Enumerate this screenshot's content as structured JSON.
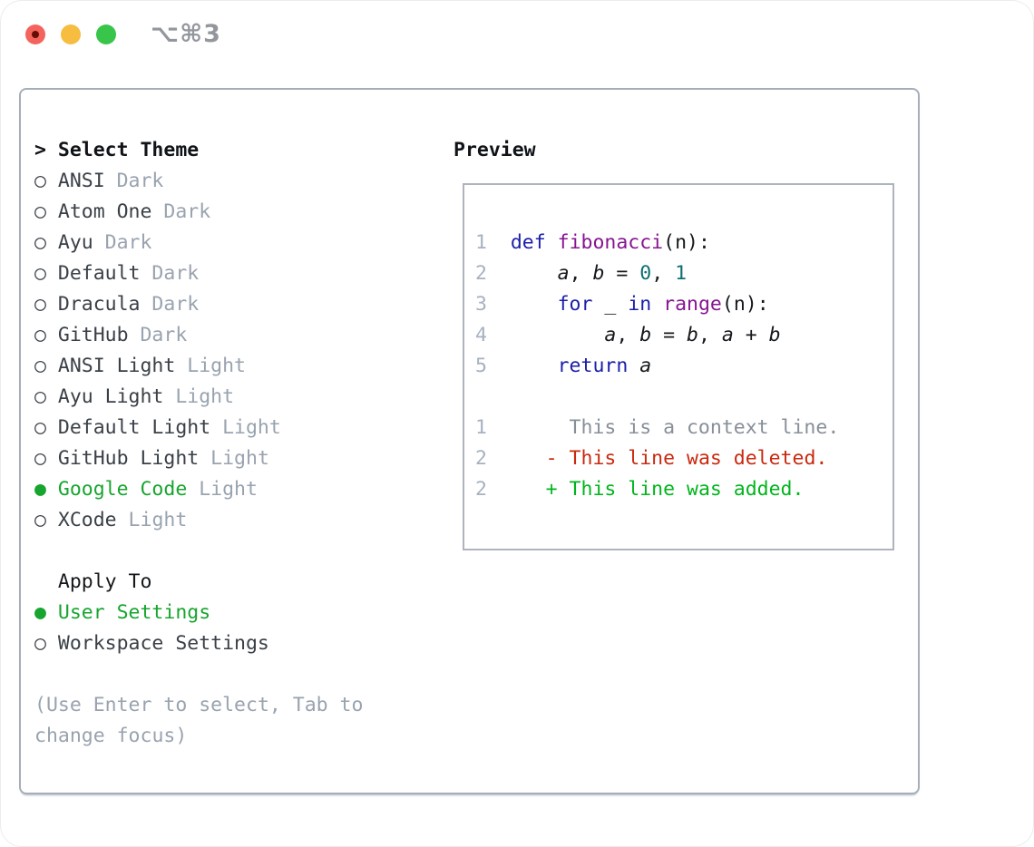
{
  "window": {
    "title": "⌥⌘3"
  },
  "titlebar": {
    "buttons": [
      {
        "name": "close",
        "color": "#f4645d"
      },
      {
        "name": "minimize",
        "color": "#f6bd40"
      },
      {
        "name": "zoom",
        "color": "#38c54a"
      }
    ]
  },
  "theme_picker": {
    "prompt": ">",
    "title": "Select Theme",
    "items": [
      {
        "label": "ANSI",
        "variant": "Dark",
        "selected": false
      },
      {
        "label": "Atom One",
        "variant": "Dark",
        "selected": false
      },
      {
        "label": "Ayu",
        "variant": "Dark",
        "selected": false
      },
      {
        "label": "Default",
        "variant": "Dark",
        "selected": false
      },
      {
        "label": "Dracula",
        "variant": "Dark",
        "selected": false
      },
      {
        "label": "GitHub",
        "variant": "Dark",
        "selected": false
      },
      {
        "label": "ANSI Light",
        "variant": "Light",
        "selected": false
      },
      {
        "label": "Ayu Light",
        "variant": "Light",
        "selected": false
      },
      {
        "label": "Default Light",
        "variant": "Light",
        "selected": false
      },
      {
        "label": "GitHub Light",
        "variant": "Light",
        "selected": false
      },
      {
        "label": "Google Code",
        "variant": "Light",
        "selected": true
      },
      {
        "label": "XCode",
        "variant": "Light",
        "selected": false
      }
    ],
    "apply_to": {
      "title": "Apply To",
      "options": [
        {
          "label": "User Settings",
          "selected": true
        },
        {
          "label": "Workspace Settings",
          "selected": false
        }
      ]
    },
    "help_lines": [
      "(Use Enter to select, Tab to",
      "change focus)"
    ]
  },
  "preview": {
    "title": "Preview",
    "code_lines": [
      {
        "number": "1",
        "segments": [
          [
            "def",
            "kw"
          ],
          [
            " ",
            "pl"
          ],
          [
            "fibonacci",
            "fn"
          ],
          [
            "(n):",
            "pl"
          ]
        ]
      },
      {
        "number": "2",
        "segments": [
          [
            "    ",
            "pl"
          ],
          [
            "a",
            "vr"
          ],
          [
            ", ",
            "pl"
          ],
          [
            "b",
            "vr"
          ],
          [
            " = ",
            "pl"
          ],
          [
            "0",
            "nm"
          ],
          [
            ", ",
            "pl"
          ],
          [
            "1",
            "nm"
          ]
        ]
      },
      {
        "number": "3",
        "segments": [
          [
            "    ",
            "pl"
          ],
          [
            "for",
            "kw"
          ],
          [
            " _ ",
            "pl"
          ],
          [
            "in",
            "kw"
          ],
          [
            " ",
            "pl"
          ],
          [
            "range",
            "fn"
          ],
          [
            "(n):",
            "pl"
          ]
        ]
      },
      {
        "number": "4",
        "segments": [
          [
            "        ",
            "pl"
          ],
          [
            "a",
            "vr"
          ],
          [
            ", ",
            "pl"
          ],
          [
            "b",
            "vr"
          ],
          [
            " = ",
            "pl"
          ],
          [
            "b",
            "vr"
          ],
          [
            ", ",
            "pl"
          ],
          [
            "a",
            "vr"
          ],
          [
            " + ",
            "pl"
          ],
          [
            "b",
            "vr"
          ]
        ]
      },
      {
        "number": "5",
        "segments": [
          [
            "    ",
            "pl"
          ],
          [
            "return",
            "kw"
          ],
          [
            " ",
            "pl"
          ],
          [
            "a",
            "vr"
          ]
        ]
      }
    ],
    "diff_lines": [
      {
        "number": "1",
        "segments": [
          [
            "     This is a context line.",
            "ctx"
          ]
        ]
      },
      {
        "number": "2",
        "segments": [
          [
            "   ",
            "pl"
          ],
          [
            "- This line was deleted.",
            "del"
          ]
        ]
      },
      {
        "number": "2",
        "segments": [
          [
            "   ",
            "pl"
          ],
          [
            "+ This line was added.",
            "add"
          ]
        ]
      }
    ]
  },
  "colors": {
    "selected_green": "#16a52e",
    "added_green": "#00b51c",
    "deleted_red": "#c9290e",
    "keyword_blue": "#1b1fa8",
    "function_purple": "#871493",
    "number_teal": "#0e6e73",
    "muted_gray": "#99a3af",
    "panel_border": "#a6aeb9"
  }
}
